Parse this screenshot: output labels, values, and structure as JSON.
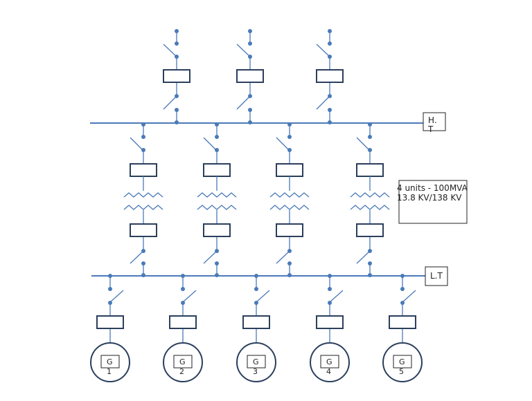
{
  "colors": {
    "line": "#4a7ab8",
    "box": "#2b3e5c",
    "dot": "#4a7ab8",
    "text": "#222222",
    "background": "#ffffff"
  },
  "labels": {
    "ht_bus": [
      "H.",
      "T"
    ],
    "lt_bus": "L.T",
    "transformer_note": [
      "4 units - 100MVA",
      "13.8 KV/138 KV"
    ]
  },
  "generators": [
    {
      "symbol": "G",
      "number": "1"
    },
    {
      "symbol": "G",
      "number": "2"
    },
    {
      "symbol": "G",
      "number": "3"
    },
    {
      "symbol": "G",
      "number": "4"
    },
    {
      "symbol": "G",
      "number": "5"
    }
  ],
  "counts": {
    "ht_feeders": 3,
    "transformer_units": 4,
    "generator_units": 5
  }
}
